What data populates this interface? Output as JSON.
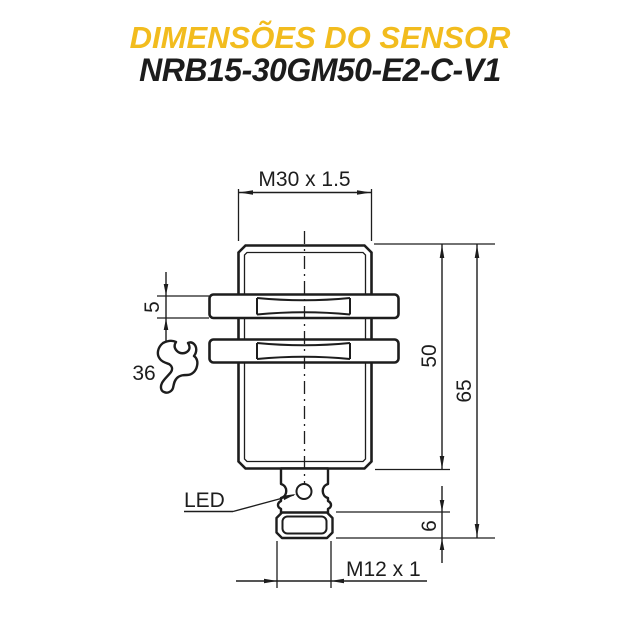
{
  "header": {
    "title": "DIMENSÕES DO SENSOR",
    "model": "NRB15-30GM50-E2-C-V1"
  },
  "colors": {
    "accent_yellow": "#F2BC1E",
    "line_color": "#1d1d1d",
    "background": "#FFFFFF"
  },
  "drawing": {
    "labels": {
      "top_thread": "M30 x 1.5",
      "nut_thickness": "5",
      "wrench_size": "36",
      "body_length": "50",
      "total_length": "65",
      "plug_length": "6",
      "plug_thread": "M12 x 1",
      "led": "LED"
    },
    "icons": {
      "wrench": "open-end-wrench"
    }
  }
}
